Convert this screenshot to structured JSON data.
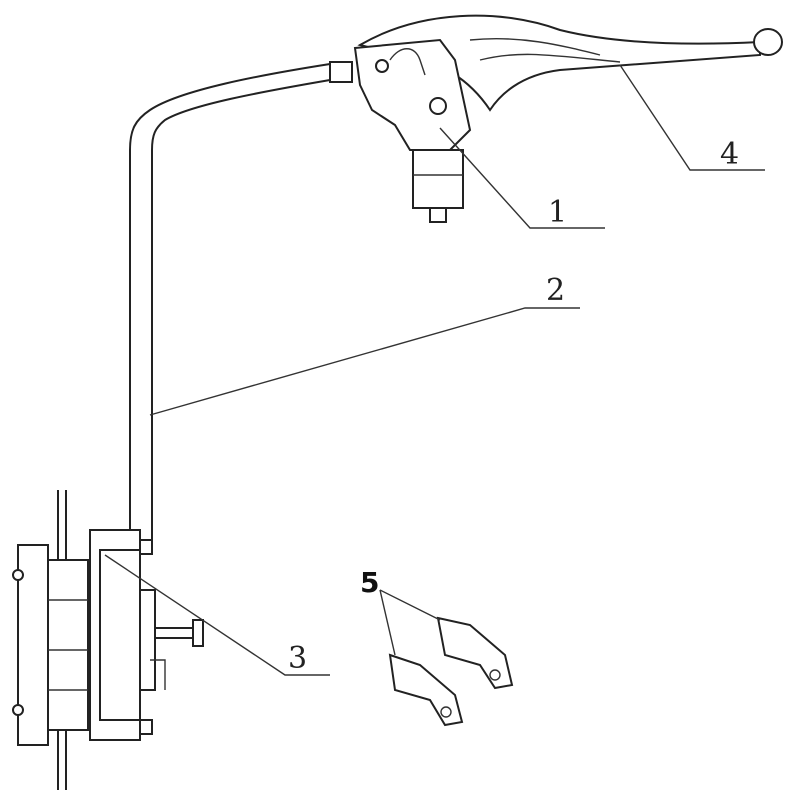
{
  "diagram": {
    "labels": {
      "master_cylinder": "1",
      "brake_line": "2",
      "caliper": "3",
      "lever": "4",
      "pads": "5"
    }
  }
}
